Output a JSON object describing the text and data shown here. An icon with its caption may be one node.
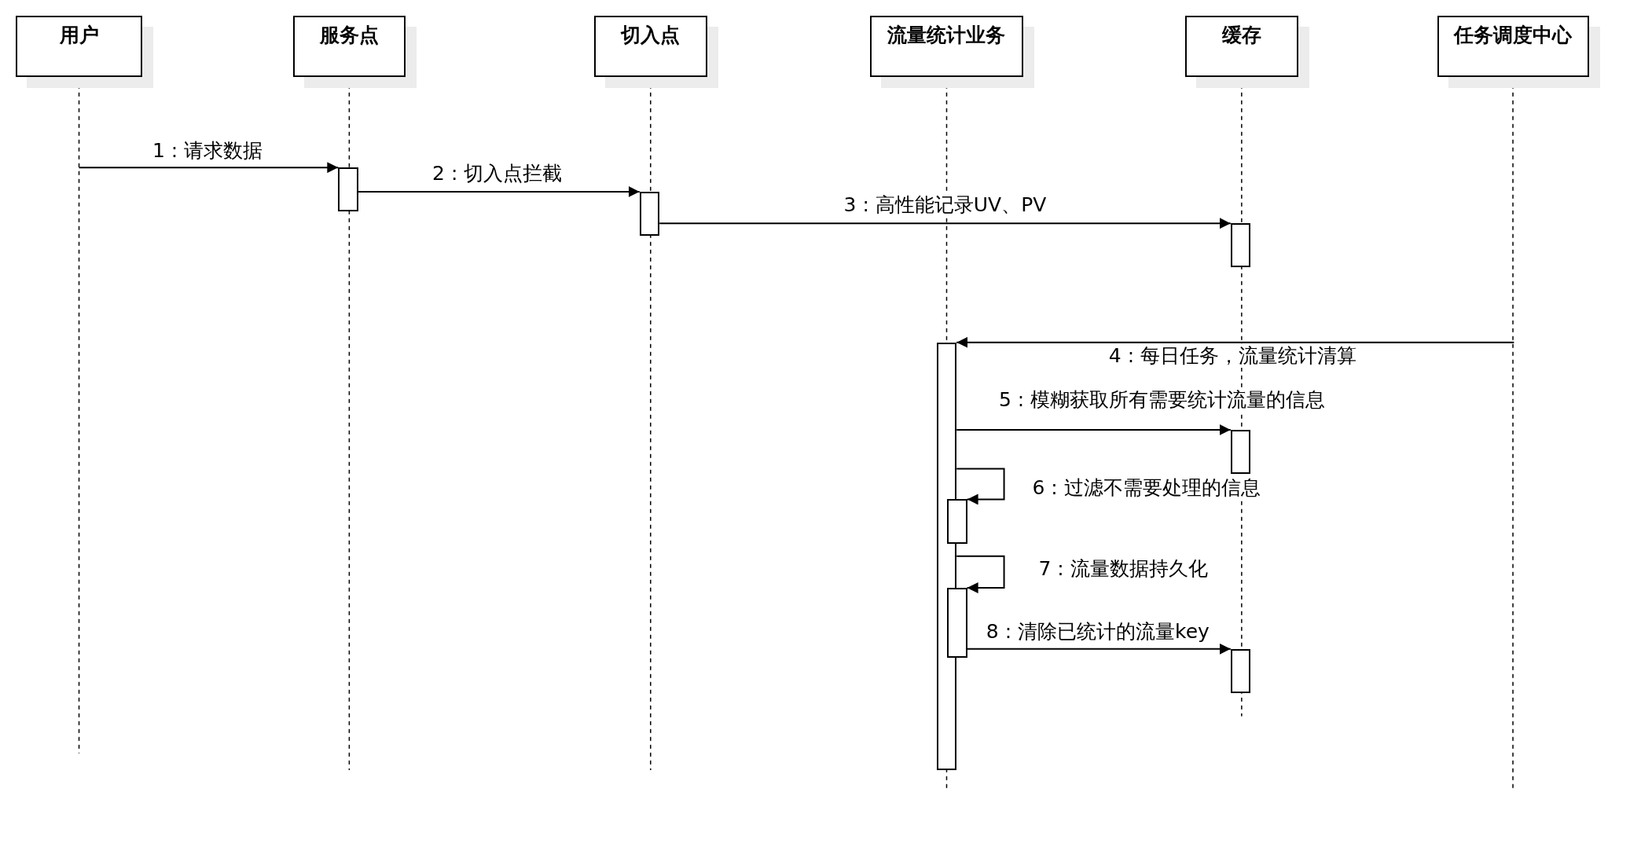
{
  "diagram": {
    "nodes": [
      {
        "text": [
          "用户"
        ]
      },
      {
        "text": [
          "服务点"
        ]
      },
      {
        "text": [
          "切入点"
        ]
      },
      {
        "text": [
          "流量统计业务"
        ]
      },
      {
        "text": [
          "缓存"
        ]
      },
      {
        "text": [
          "任务调度中心"
        ]
      },
      {
        "text": [],
        "shape": "bar"
      },
      {
        "text": [],
        "shape": "bar"
      },
      {
        "text": [],
        "shape": "bar"
      },
      {
        "text": [],
        "shape": "bar"
      },
      {
        "text": [],
        "shape": "bar"
      },
      {
        "text": [],
        "shape": "bar"
      },
      {
        "text": [],
        "shape": "bar"
      },
      {
        "text": [],
        "shape": "bar"
      }
    ],
    "edges": [
      {
        "from": 0,
        "to": 6,
        "arrow": "to",
        "label": "1 : 请求数据"
      },
      {
        "from": 6,
        "to": 7,
        "arrow": "to",
        "label": "2 : 切入点拦截"
      },
      {
        "from": 7,
        "to": 8,
        "arrow": "to",
        "label": "3 : 高性能记录UV、PV"
      },
      {
        "from": null,
        "to": 9,
        "arrow": "to",
        "label": "4 : 每日任务，流量统计清算"
      },
      {
        "from": 9,
        "to": 10,
        "arrow": "to",
        "label": "5 : 模糊获取所有需要统计流量的信息"
      },
      {
        "from": 9,
        "to": 11,
        "arrow": "to",
        "label": "6 : 过滤不需要处理的信息"
      },
      {
        "from": 9,
        "to": 12,
        "arrow": "to",
        "label": "7 : 流量数据持久化"
      },
      {
        "from": 12,
        "to": 13,
        "arrow": "to",
        "label": "8 : 清除已统计的流量key"
      }
    ]
  }
}
